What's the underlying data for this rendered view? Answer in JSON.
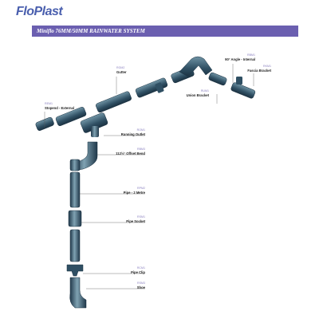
{
  "brand": {
    "logo_text": "FloPlast"
  },
  "banner": {
    "title": "Miniflo 76MM/50MM RAINWATER SYSTEM"
  },
  "colors": {
    "banner_bg": "#6b5fb0",
    "part_fill": "#2f4f63",
    "part_highlight": "#7fa2b2",
    "leader": "#555555"
  },
  "components": [
    {
      "code": "RGM2",
      "name": "Gutter"
    },
    {
      "code": "RBM1",
      "name": "90° Angle - Internal"
    },
    {
      "code": "RKM1",
      "name": "Fascia Bracket"
    },
    {
      "code": "RUM1",
      "name": "Union Bracket"
    },
    {
      "code": "REM1",
      "name": "Stopend - External"
    },
    {
      "code": "ROM1",
      "name": "Running Outlet"
    },
    {
      "code": "RBM3",
      "name": "112½° Offset Bend"
    },
    {
      "code": "RPM2",
      "name": "Pipe - 2 Metre"
    },
    {
      "code": "RSM1",
      "name": "Pipe Socket"
    },
    {
      "code": "RCM1",
      "name": "Pipe Clip"
    },
    {
      "code": "RSM3",
      "name": "Shoe"
    }
  ]
}
